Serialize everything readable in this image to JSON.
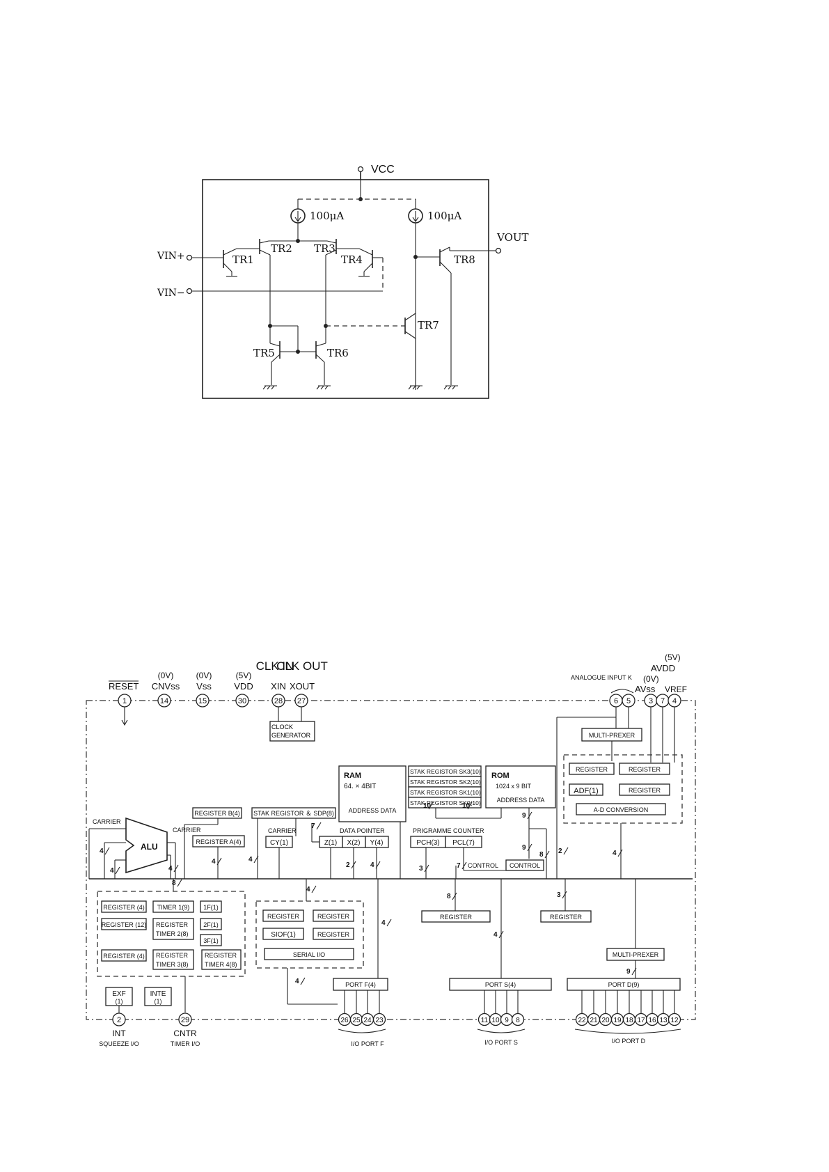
{
  "circuit": {
    "vcc": "VCC",
    "vout": "VOUT",
    "vin_plus": "VIN+",
    "vin_minus": "VIN−",
    "source1": "100μA",
    "source2": "100μA",
    "transistors": [
      "TR1",
      "TR2",
      "TR3",
      "TR4",
      "TR5",
      "TR6",
      "TR7",
      "TR8"
    ]
  },
  "block": {
    "top_pins": [
      {
        "num": "1",
        "name": "RESET",
        "volt": ""
      },
      {
        "num": "14",
        "name": "CNVss",
        "volt": "(0V)"
      },
      {
        "num": "15",
        "name": "Vss",
        "volt": "(0V)"
      },
      {
        "num": "30",
        "name": "VDD",
        "volt": "(5V)"
      },
      {
        "num": "28",
        "name": "XIN",
        "volt": "CLK IN"
      },
      {
        "num": "27",
        "name": "XOUT",
        "volt": "CLK OUT"
      }
    ],
    "analogue": {
      "label": "ANALOGUE INPUT K",
      "pins": [
        "6",
        "5"
      ],
      "avss_volt": "(0V)",
      "avss": "AVss",
      "avdd_volt": "(5V)",
      "avdd": "AVDD",
      "vref": "VREF",
      "ref_pins": [
        "3",
        "7",
        "4"
      ]
    },
    "boxes": {
      "clock": "CLOCK GENERATOR",
      "ram_title": "RAM",
      "ram_size": "64.  ×  4BIT",
      "ram_addr": "ADDRESS DATA",
      "stack": [
        "STAK REGISTOR SK3(10)",
        "STAK REGISTOR SK2(10)",
        "STAK REGISTOR SK1(10)",
        "STAK REGISTOR SK0(10)"
      ],
      "rom_title": "ROM",
      "rom_size": "1024 x 9 BIT",
      "rom_addr": "ADDRESS DATA",
      "mux_top": "MULTI-PREXER",
      "ad_reg1": "REGISTER",
      "ad_reg2": "REGISTER",
      "adf": "ADF(1)",
      "ad_reg3": "REGISTER",
      "ad_conv": "A-D CONVERSION",
      "reg_b": "REGISTER B(4)",
      "stak_sdp": "STAK REGISTOR ＆ SDP(8)",
      "carrier_left": "CARRIER",
      "carrier_alu": "CARRIER",
      "alu": "ALU",
      "reg_a": "REGISTER A(4)",
      "carrier_cy": "CARRIER",
      "cy": "CY(1)",
      "data_pointer": "DATA POINTER",
      "z": "Z(1)",
      "x": "X(2)",
      "y": "Y(4)",
      "prog_counter": "PRIGRAMME COUNTER",
      "pch": "PCH(3)",
      "pcl": "PCL(7)",
      "control_label": "CONTROL",
      "control": "CONTROL",
      "timer_regs": [
        "REGISTER (4)",
        "REGISTER (12)",
        "REGISTER (4)"
      ],
      "timer1": "TIMER 1(9)",
      "timer2": [
        "REGISTER",
        "TIMER 2(8)"
      ],
      "timer3": [
        "REGISTER",
        "TIMER 3(8)"
      ],
      "timer4": [
        "REGISTER",
        "TIMER 4(8)"
      ],
      "flags": [
        "1F(1)",
        "2F(1)",
        "3F(1)"
      ],
      "ser_reg1": "REGISTER",
      "ser_reg2": "REGISTER",
      "siof": "SIOF(1)",
      "ser_reg3": "REGISTER",
      "serial": "SERIAL I/O",
      "reg_mid": "REGISTER",
      "reg_right": "REGISTER",
      "mux_bottom": "MULTI-PREXER",
      "port_f": "PORT F(4)",
      "port_s": "PORT S(4)",
      "port_d": "PORT D(9)",
      "exf": [
        "EXF",
        "(1)"
      ],
      "inte": [
        "INTE",
        "(1)"
      ]
    },
    "bus_widths": [
      "4",
      "4",
      "8",
      "4",
      "4",
      "4",
      "2",
      "4",
      "4",
      "7",
      "10",
      "10",
      "9",
      "9",
      "8",
      "2",
      "4",
      "3",
      "7",
      "8",
      "3",
      "4",
      "4",
      "4",
      "9"
    ],
    "bottom_pins": {
      "int": {
        "num": "2",
        "name": "INT",
        "sub": "SQUEEZE I/O"
      },
      "cntr": {
        "num": "29",
        "name": "CNTR",
        "sub": "TIMER I/O"
      },
      "port_f": {
        "pins": [
          "26",
          "25",
          "24",
          "23"
        ],
        "label": "I/O PORT F"
      },
      "port_s": {
        "pins": [
          "11",
          "10",
          "9",
          "8"
        ],
        "label": "I/O PORT S"
      },
      "port_d": {
        "pins": [
          "22",
          "21",
          "20",
          "19",
          "18",
          "17",
          "16",
          "13",
          "12"
        ],
        "label": "I/O PORT D"
      }
    }
  }
}
